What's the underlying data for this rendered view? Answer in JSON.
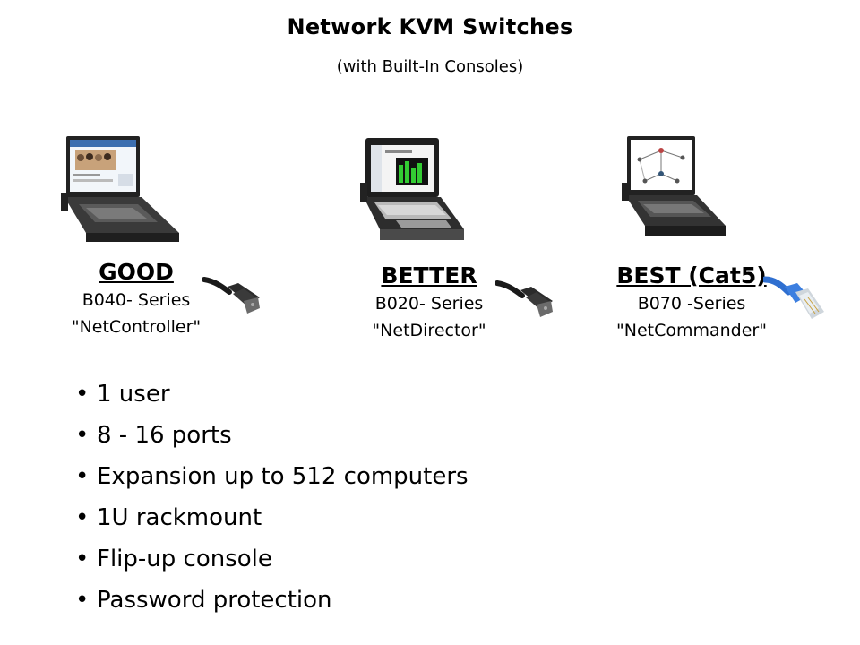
{
  "slide": {
    "title": "Network KVM Switches",
    "subtitle": "(with Built-In Consoles)"
  },
  "tiers": [
    {
      "name": "GOOD",
      "series": "B040- Series",
      "model": "\"NetController\"",
      "cable_icon": "vga-cable-icon"
    },
    {
      "name": "BETTER",
      "series": "B020- Series",
      "model": "\"NetDirector\"",
      "cable_icon": "vga-cable-icon"
    },
    {
      "name": "BEST (Cat5)",
      "series": "B070 -Series",
      "model": "\"NetCommander\"",
      "cable_icon": "cat5-cable-icon"
    }
  ],
  "features": [
    "1 user",
    "8 - 16 ports",
    "Expansion up to 512 computers",
    "1U rackmount",
    "Flip-up console",
    "Password protection"
  ],
  "colors": {
    "text": "#000000",
    "cat5_cable": "#2f6fd0",
    "console_body": "#2a2a2a"
  }
}
